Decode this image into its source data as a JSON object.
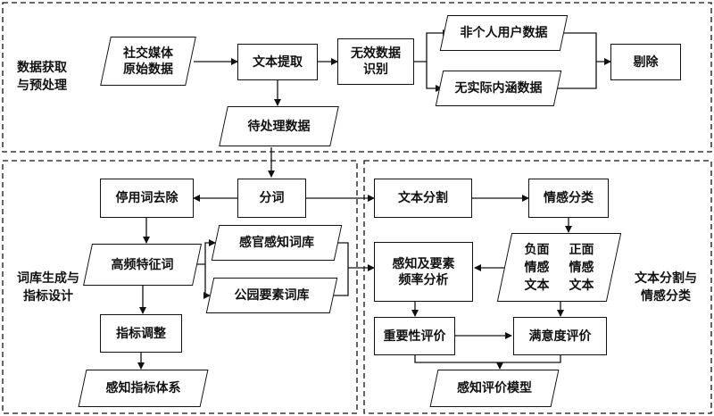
{
  "regions": {
    "acquisition": "数据获取\n与预处理",
    "lexicon": "词库生成与\n指标设计",
    "sentiment": "文本分割与\n情感分类"
  },
  "nodes": {
    "social_media": "社交媒体\n原始数据",
    "text_extract": "文本提取",
    "invalid_id": "无效数据\n识别",
    "non_personal": "非个人用户数据",
    "no_meaning": "无实际内涵数据",
    "remove": "剔除",
    "pending": "待处理数据",
    "segment": "分词",
    "stopword": "停用词去除",
    "high_freq": "高频特征词",
    "sensory_lex": "感官感知词库",
    "park_lex": "公园要素词库",
    "indicator_adjust": "指标调整",
    "indicator_system": "感知指标体系",
    "text_split": "文本分割",
    "emotion_class": "情感分类",
    "sentiment": {
      "neg_1": "负面",
      "neg_2": "情感",
      "neg_3": "文本",
      "pos_1": "正面",
      "pos_2": "情感",
      "pos_3": "文本"
    },
    "freq_analysis": "感知及要素\n频率分析",
    "importance": "重要性评价",
    "satisfaction": "满意度评价",
    "model": "感知评价模型"
  }
}
